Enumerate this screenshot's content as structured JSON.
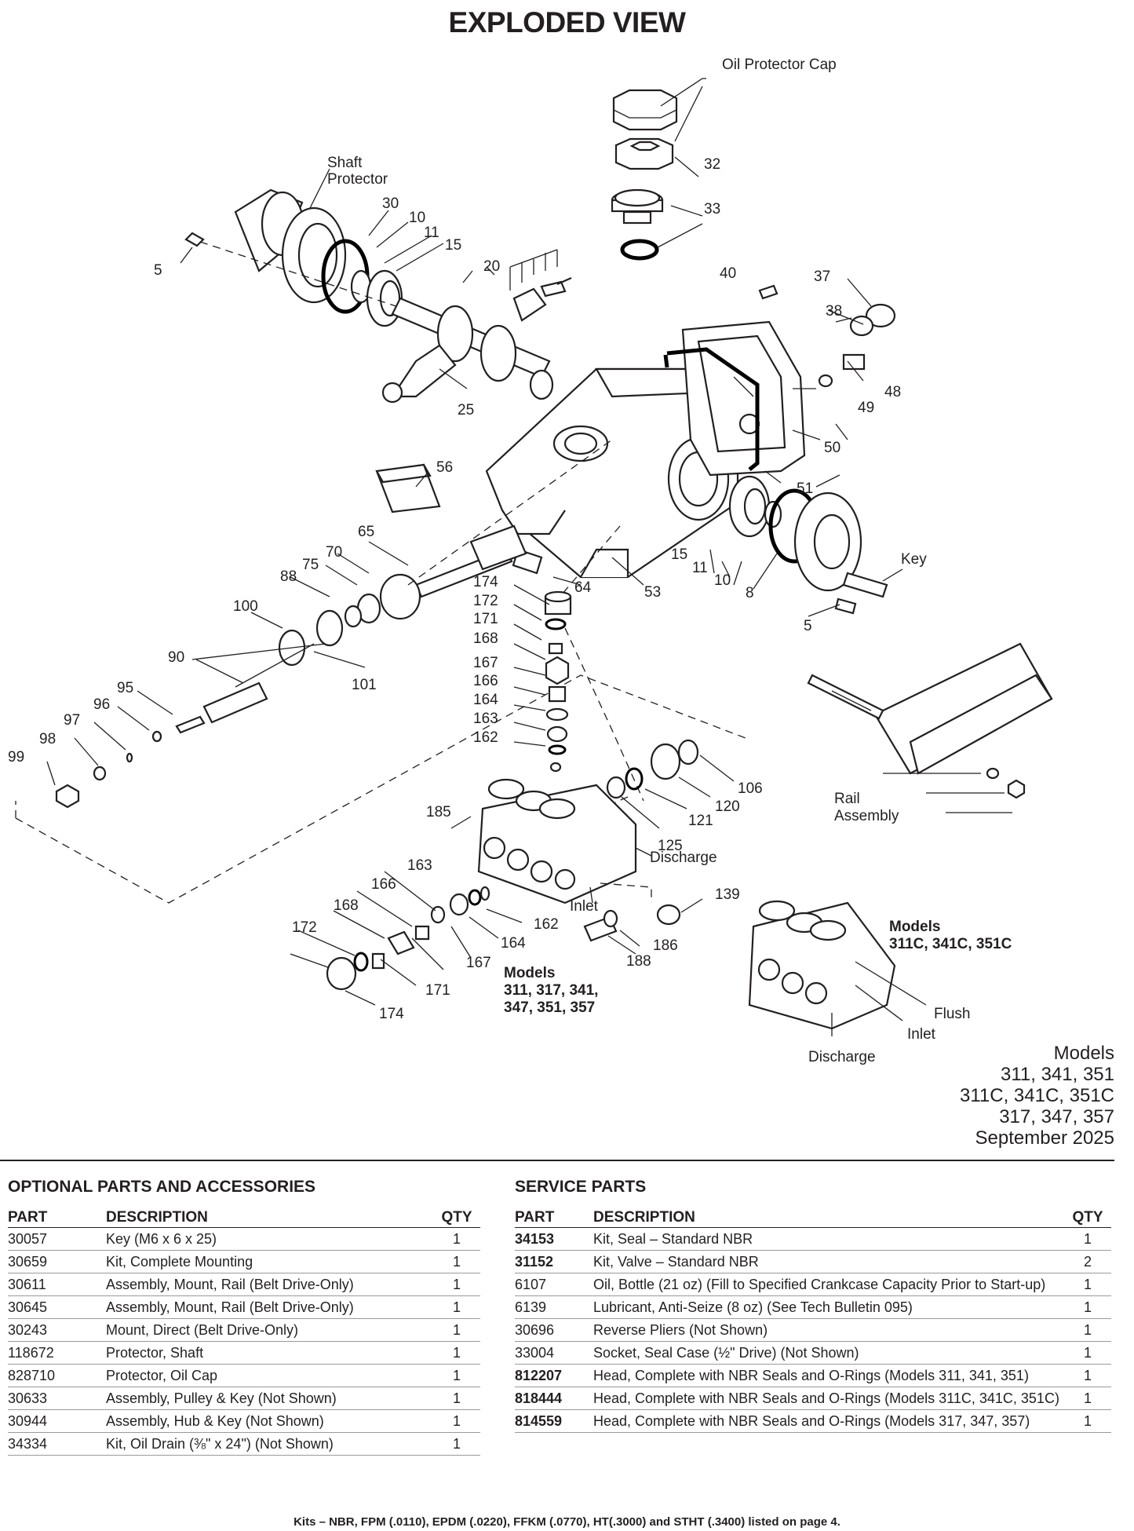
{
  "page_title": "EXPLODED VIEW",
  "diagram": {
    "labels": {
      "oil_protector_cap": "Oil Protector Cap",
      "shaft_protector_1": "Shaft",
      "shaft_protector_2": "Protector",
      "key": "Key",
      "rail_1": "Rail",
      "rail_2": "Assembly",
      "discharge": "Discharge",
      "inlet": "Inlet",
      "discharge_2": "Discharge",
      "inlet_2": "Inlet",
      "flush": "Flush",
      "models_a_1": "Models",
      "models_a_2": "311, 317, 341,",
      "models_a_3": "347, 351, 357",
      "models_b_1": "Models",
      "models_b_2": "311C, 341C, 351C"
    },
    "numbers": [
      "32",
      "33",
      "30",
      "10",
      "11",
      "15",
      "5",
      "20",
      "25",
      "40",
      "37",
      "38",
      "48",
      "49",
      "50",
      "51",
      "56",
      "65",
      "70",
      "75",
      "88",
      "100",
      "90",
      "101",
      "95",
      "96",
      "97",
      "98",
      "99",
      "174",
      "172",
      "171",
      "168",
      "167",
      "166",
      "164",
      "163",
      "162",
      "64",
      "53",
      "15",
      "11",
      "10",
      "8",
      "5",
      "106",
      "120",
      "121",
      "125",
      "185",
      "163",
      "166",
      "168",
      "172",
      "162",
      "164",
      "167",
      "171",
      "174",
      "139",
      "186",
      "188"
    ]
  },
  "models_block": {
    "line1": "Models",
    "line2": "311, 341, 351",
    "line3": "311C, 341C, 351C",
    "line4": "317, 347, 357",
    "line5": "September 2025"
  },
  "optional": {
    "heading": "OPTIONAL PARTS AND ACCESSORIES",
    "col_part": "PART",
    "col_desc": "DESCRIPTION",
    "col_qty": "QTY",
    "rows": [
      {
        "part": "30057",
        "desc": "Key (M6 x 6 x 25)",
        "qty": "1"
      },
      {
        "part": "30659",
        "desc": "Kit, Complete Mounting",
        "qty": "1"
      },
      {
        "part": "30611",
        "desc": "Assembly, Mount, Rail (Belt Drive-Only)",
        "qty": "1"
      },
      {
        "part": "30645",
        "desc": "Assembly, Mount, Rail (Belt Drive-Only)",
        "qty": "1"
      },
      {
        "part": "30243",
        "desc": "Mount, Direct (Belt Drive-Only)",
        "qty": "1"
      },
      {
        "part": "118672",
        "desc": "Protector, Shaft",
        "qty": "1"
      },
      {
        "part": "828710",
        "desc": "Protector, Oil Cap",
        "qty": "1"
      },
      {
        "part": "30633",
        "desc": "Assembly, Pulley & Key (Not Shown)",
        "qty": "1"
      },
      {
        "part": "30944",
        "desc": "Assembly, Hub & Key (Not Shown)",
        "qty": "1"
      },
      {
        "part": "34334",
        "desc": "Kit, Oil Drain (⅜\" x 24\") (Not Shown)",
        "qty": "1"
      }
    ]
  },
  "service": {
    "heading": "SERVICE PARTS",
    "col_part": "PART",
    "col_desc": "DESCRIPTION",
    "col_qty": "QTY",
    "rows": [
      {
        "part": "34153",
        "desc": "Kit, Seal – Standard NBR",
        "qty": "1",
        "bold": true
      },
      {
        "part": "31152",
        "desc": "Kit, Valve – Standard NBR",
        "qty": "2",
        "bold": true
      },
      {
        "part": "6107",
        "desc": "Oil, Bottle (21 oz) (Fill to Specified Crankcase Capacity Prior to Start-up)",
        "qty": "1",
        "bold": false
      },
      {
        "part": "6139",
        "desc": "Lubricant, Anti-Seize (8 oz) (See Tech Bulletin 095)",
        "qty": "1",
        "bold": false
      },
      {
        "part": "30696",
        "desc": "Reverse Pliers (Not Shown)",
        "qty": "1",
        "bold": false
      },
      {
        "part": "33004",
        "desc": "Socket, Seal Case (½\" Drive) (Not Shown)",
        "qty": "1",
        "bold": false
      },
      {
        "part": "812207",
        "desc": "Head, Complete with NBR Seals and O-Rings (Models 311, 341, 351)",
        "qty": "1",
        "bold": true
      },
      {
        "part": "818444",
        "desc": "Head, Complete with NBR Seals and O-Rings (Models 311C, 341C, 351C)",
        "qty": "1",
        "bold": true
      },
      {
        "part": "814559",
        "desc": "Head, Complete with NBR Seals and O-Rings (Models 317, 347, 357)",
        "qty": "1",
        "bold": true
      }
    ]
  },
  "footer": "Kits – NBR, FPM (.0110), EPDM (.0220), FFKM (.0770), HT(.3000) and STHT (.3400) listed on page 4."
}
